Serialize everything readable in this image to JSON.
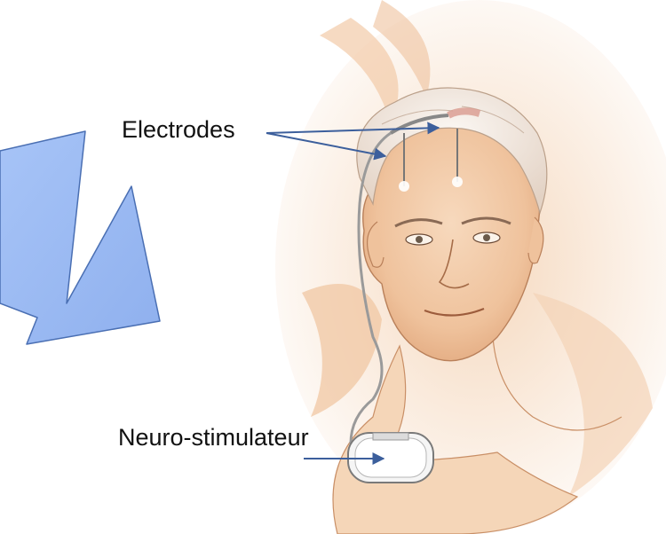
{
  "labels": {
    "electrodes": "Electrodes",
    "neurostimulator": "Neuro-stimulateur"
  },
  "colors": {
    "arrow_fill": "#9ab9f2",
    "arrow_stroke": "#4a6fb3",
    "pointer_color": "#3c5f9c",
    "skin": "#f2c9a4",
    "sketch_line": "#8a5a3c"
  },
  "illustration": {
    "subject": "older man with implanted electrodes and neurostimulator",
    "icon_big_arrow": "arrow-down-right-icon"
  }
}
